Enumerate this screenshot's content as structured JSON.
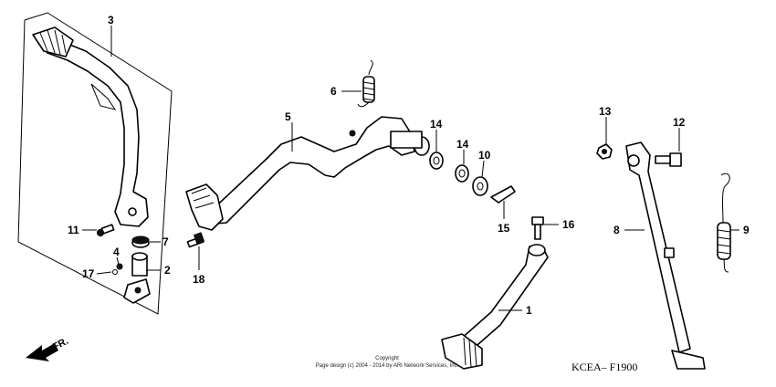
{
  "callouts": {
    "c1": "1",
    "c2": "2",
    "c3": "3",
    "c4": "4",
    "c5": "5",
    "c6": "6",
    "c7": "7",
    "c8": "8",
    "c9": "9",
    "c10": "10",
    "c11": "11",
    "c12": "12",
    "c13": "13",
    "c14a": "14",
    "c14b": "14",
    "c15": "15",
    "c16": "16",
    "c17": "17",
    "c18": "18"
  },
  "direction_label": "FR.",
  "diagram_code": "KCEA– F1900",
  "copyright": {
    "line1": "Copyright",
    "line2": "Page design (c) 2004 - 2014 by ARI Network Services, Inc."
  }
}
